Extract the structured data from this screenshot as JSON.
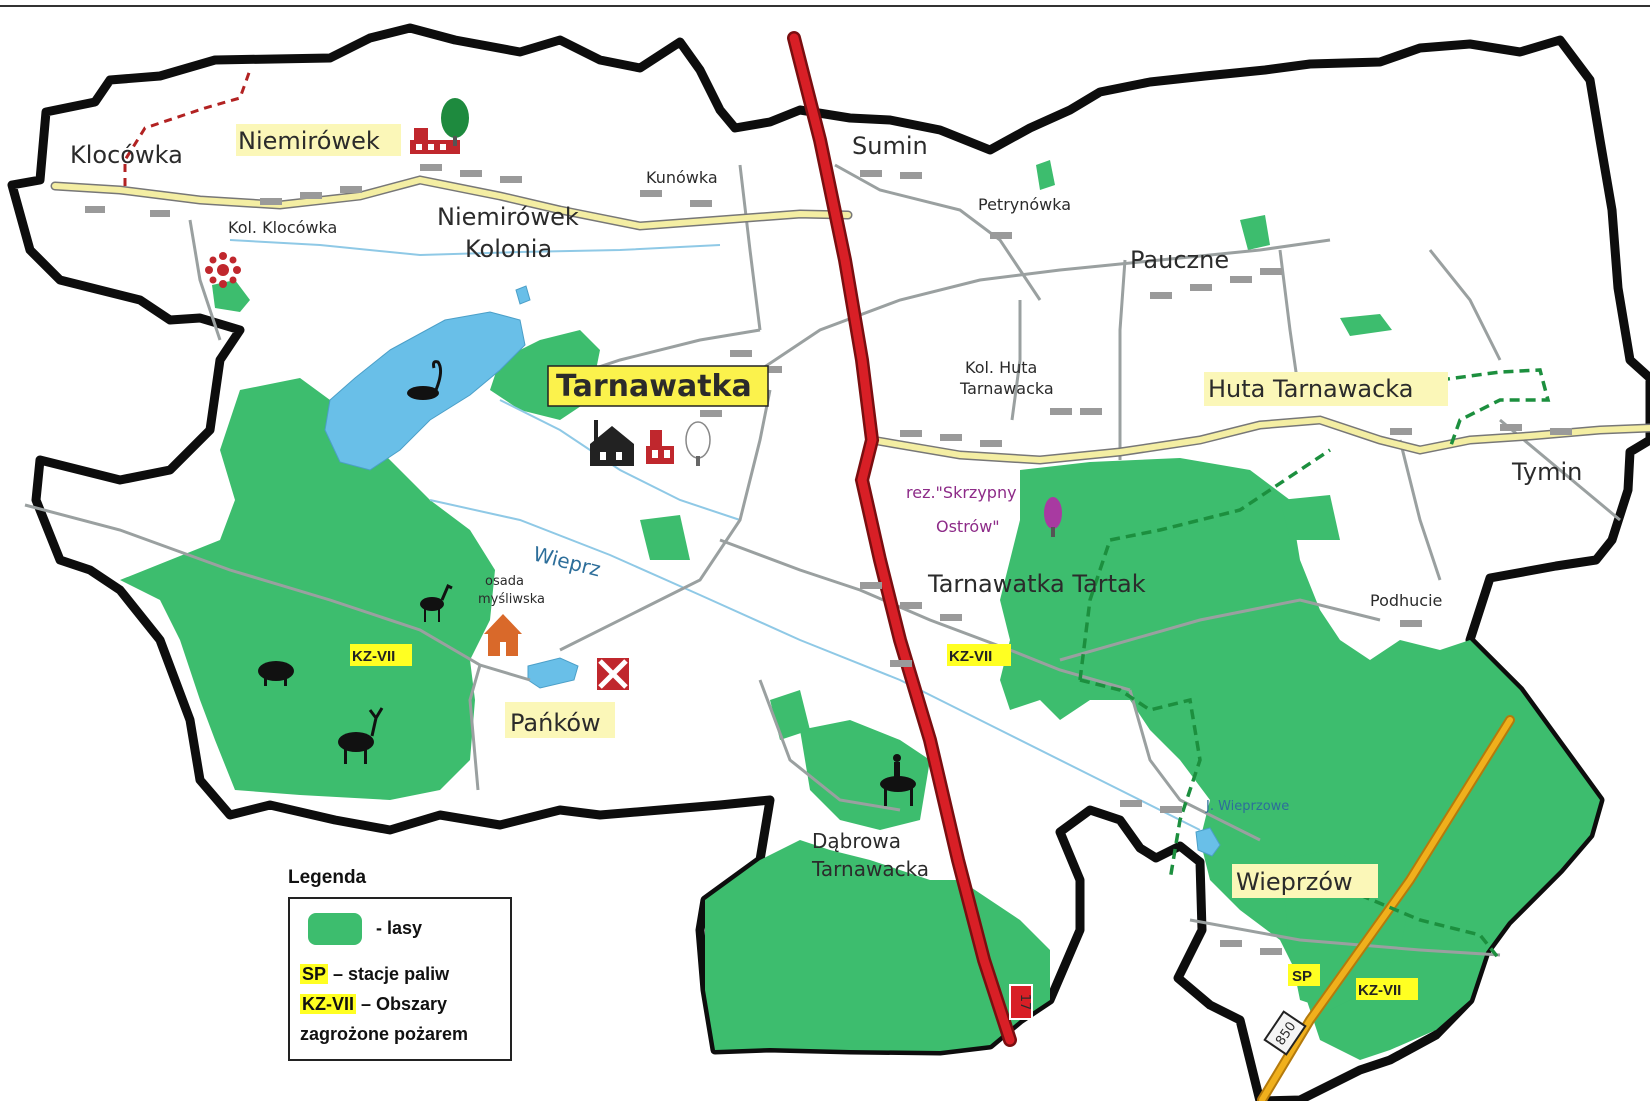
{
  "places": {
    "klocowka": "Klocówka",
    "niemirowek": "Niemirówek",
    "kol_klocowka": "Kol. Klocówka",
    "niemirowek_kolonia_1": "Niemirówek",
    "niemirowek_kolonia_2": "Kolonia",
    "kunowka": "Kunówka",
    "sumin": "Sumin",
    "petrynowka": "Petrynówka",
    "pauczne": "Pauczne",
    "tarnawatka": "Tarnawatka",
    "kol_huta_1": "Kol. Huta",
    "kol_huta_2": "Tarnawacka",
    "huta_tarnawacka": "Huta Tarnawacka",
    "tymin": "Tymin",
    "rez_1": "rez.\"Skrzypny",
    "rez_2": "Ostrów\"",
    "wieprz": "Wieprz",
    "osada_1": "osada",
    "osada_2": "myśliwska",
    "tarnawatka_tartak": "Tarnawatka Tartak",
    "podhucie": "Podhucie",
    "pankow": "Pańków",
    "dabrowa_1": "Dąbrowa",
    "dabrowa_2": "Tarnawacka",
    "wieprzowe": "J. Wieprzowe",
    "wieprzow": "Wieprzów"
  },
  "markers": {
    "kz_west": "KZ-VII",
    "kz_center": "KZ-VII",
    "kz_east": "KZ-VII",
    "sp": "SP",
    "road_17": "17",
    "road_850": "850"
  },
  "legend": {
    "title": "Legenda",
    "forest": "- lasy",
    "sp_code": "SP",
    "sp_text": " – stacje paliw",
    "kz_code": "KZ-VII",
    "kz_text": " – Obszary zagrożone pożarem"
  },
  "colors": {
    "forest": "#3dbd6e",
    "water": "#69bfe8",
    "main_road": "#d81f26",
    "secondary_road": "#f4eea3",
    "regional_road": "#f0b01c",
    "boundary": "#111111",
    "trail": "#1c8f3e",
    "highlight": "#ffff22"
  }
}
